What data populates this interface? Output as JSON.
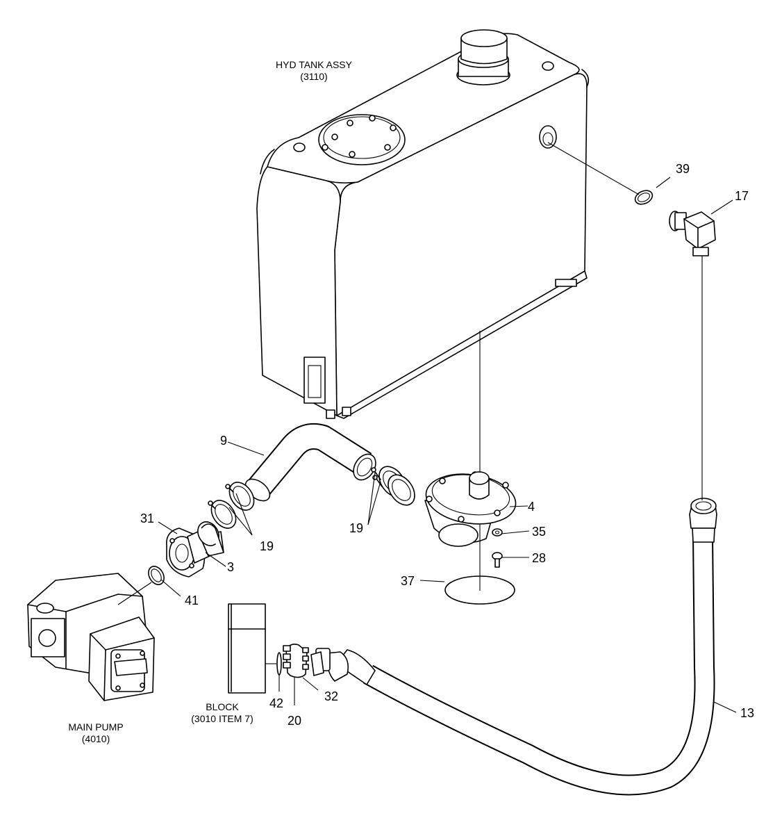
{
  "assemblies": {
    "tank": {
      "line1": "HYD TANK ASSY",
      "line2": "(3110)"
    },
    "pump": {
      "line1": "MAIN PUMP",
      "line2": "(4010)"
    },
    "block": {
      "line1": "BLOCK",
      "line2": "(3010 ITEM 7)"
    }
  },
  "callouts": {
    "p3": "3",
    "p4": "4",
    "p9": "9",
    "p13": "13",
    "p17": "17",
    "p19a": "19",
    "p19b": "19",
    "p20": "20",
    "p28": "28",
    "p31": "31",
    "p32": "32",
    "p35": "35",
    "p37": "37",
    "p39": "39",
    "p41": "41",
    "p42": "42"
  }
}
